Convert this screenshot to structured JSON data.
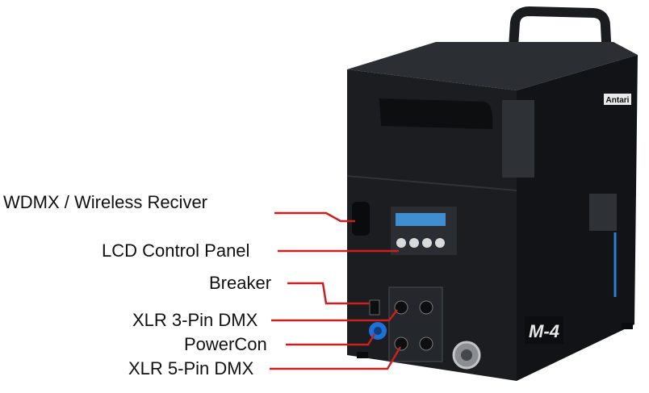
{
  "callouts": {
    "wdmx": "WDMX / Wireless Reciver",
    "lcd": "LCD Control Panel",
    "breaker": "Breaker",
    "xlr3": "XLR 3-Pin DMX",
    "powercon": "PowerCon",
    "xlr5": "XLR 5-Pin DMX"
  },
  "device": {
    "brand_logo": "Antari",
    "model_badge": "M-4"
  },
  "colors": {
    "leader_line": "#cc1f1f",
    "body_dark": "#16181b",
    "body_mid": "#25282c",
    "lcd_screen": "#3f8fd0",
    "powercon_blue": "#1e6fd8",
    "accent_stripe": "#2a7fd4"
  }
}
